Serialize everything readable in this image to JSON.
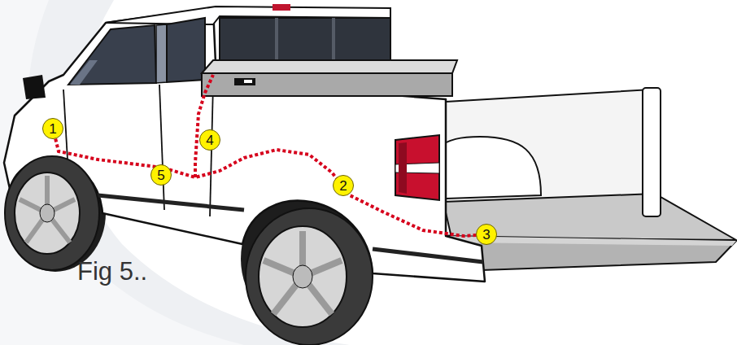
{
  "diagram": {
    "caption": "Fig 5..",
    "nodes": [
      {
        "text": [
          "1"
        ]
      },
      {
        "text": [
          "2"
        ]
      },
      {
        "text": [
          "3"
        ]
      },
      {
        "text": [
          "4"
        ]
      },
      {
        "text": [
          "5"
        ]
      }
    ],
    "edges": [
      {
        "from": 0,
        "to": 2,
        "arrow": "none"
      }
    ]
  }
}
